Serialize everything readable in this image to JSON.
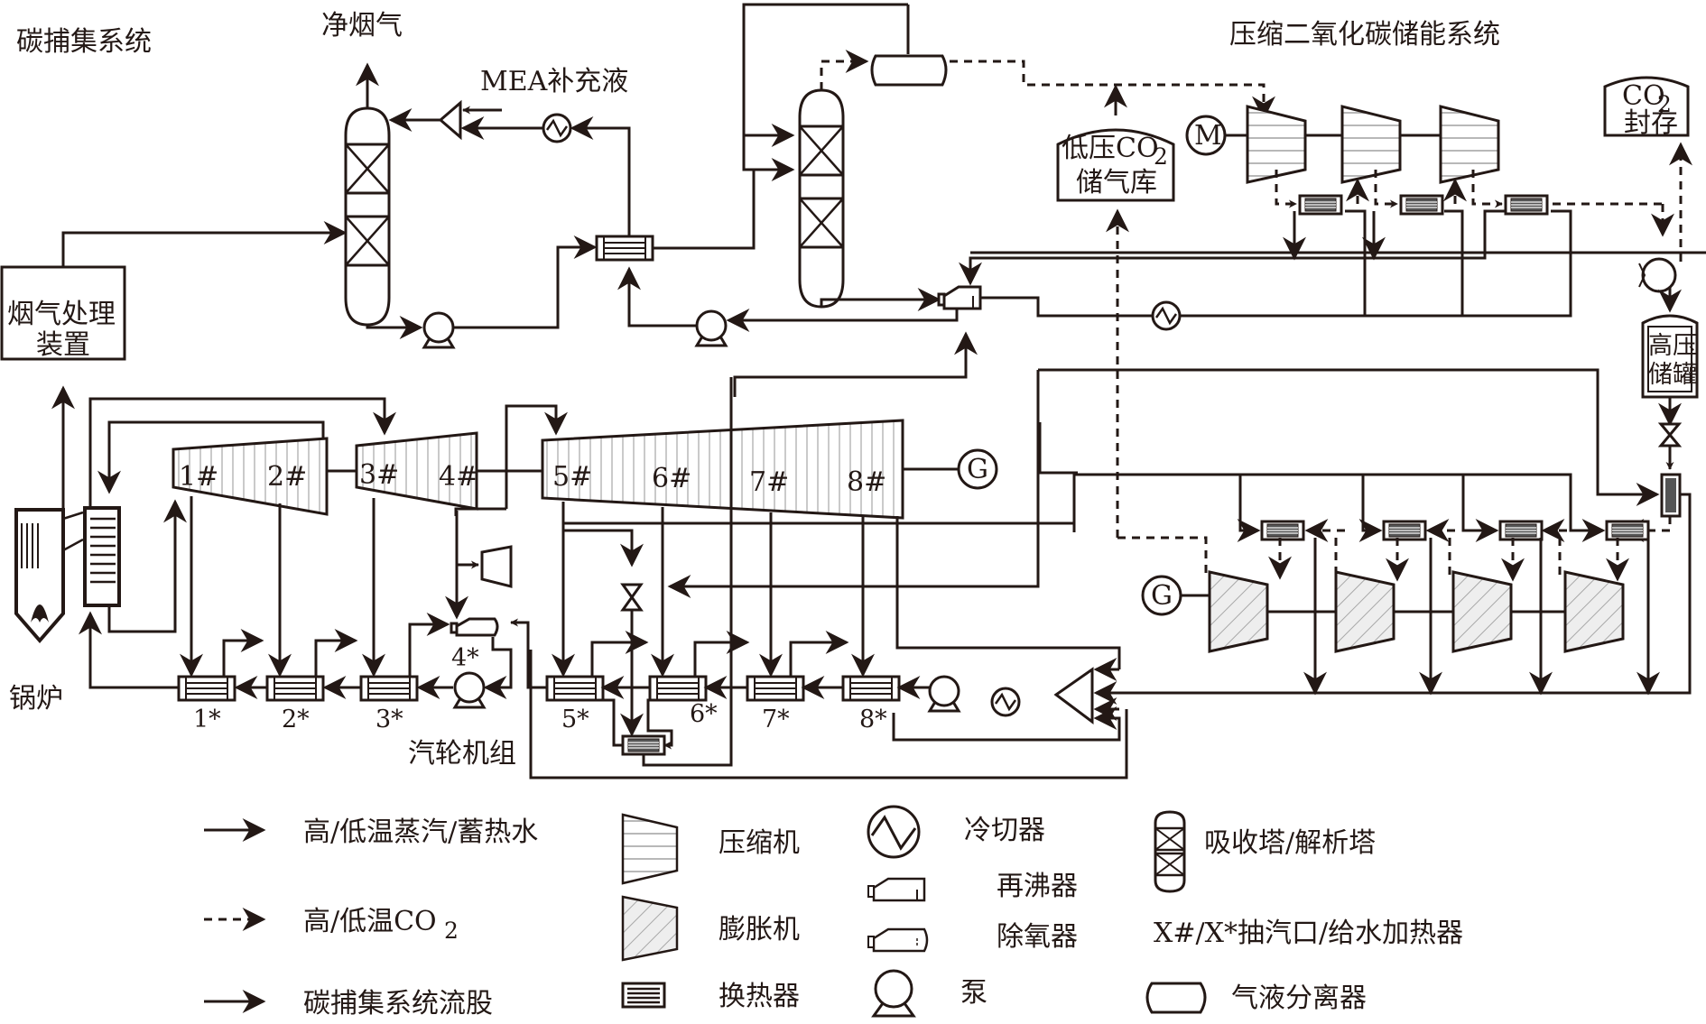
{
  "diagram": {
    "sections": {
      "carbon_capture": "碳捕集系统",
      "co2_storage": "压缩二氧化碳储能系统",
      "turbine_unit": "汽轮机组"
    },
    "labels": {
      "clean_flue_gas": "净烟气",
      "mea_makeup": "MEA补充液",
      "flue_gas_treatment_line1": "烟气处理",
      "flue_gas_treatment_line2": "装置",
      "boiler": "锅炉",
      "lp_store_line1": "低压CO",
      "lp_store_sub": "2",
      "lp_store_line2": "储气库",
      "co2_seal_line1": "CO",
      "co2_seal_sub": "2",
      "co2_seal_line2": "封存",
      "hp_tank_line1": "高压",
      "hp_tank_line2": "储罐",
      "motor": "M",
      "generator": "G"
    },
    "extraction_ports": [
      "1#",
      "2#",
      "3#",
      "4#",
      "5#",
      "6#",
      "7#",
      "8#"
    ],
    "feedwater_heaters": [
      "1*",
      "2*",
      "3*",
      "4*",
      "5*",
      "6*",
      "7*",
      "8*"
    ],
    "legend": {
      "flows": [
        {
          "label": "高/低温蒸汽/蓄热水",
          "style": "solid"
        },
        {
          "label": "高/低温CO",
          "sub": "2",
          "style": "dashed"
        },
        {
          "label": "碳捕集系统流股",
          "style": "solid"
        }
      ],
      "equipment": [
        {
          "icon": "compressor-icon",
          "label": "压缩机"
        },
        {
          "icon": "expander-icon",
          "label": "膨胀机"
        },
        {
          "icon": "heat-exchanger-icon",
          "label": "换热器"
        },
        {
          "icon": "cooler-icon",
          "label": "冷切器"
        },
        {
          "icon": "reboiler-icon",
          "label": "再沸器"
        },
        {
          "icon": "deaerator-icon",
          "label": "除氧器"
        },
        {
          "icon": "pump-icon",
          "label": "泵"
        },
        {
          "icon": "column-icon",
          "label": "吸收塔/解析塔"
        },
        {
          "icon": "note",
          "label": "X#/X*抽汽口/给水加热器"
        },
        {
          "icon": "separator-icon",
          "label": "气液分离器"
        }
      ]
    }
  }
}
